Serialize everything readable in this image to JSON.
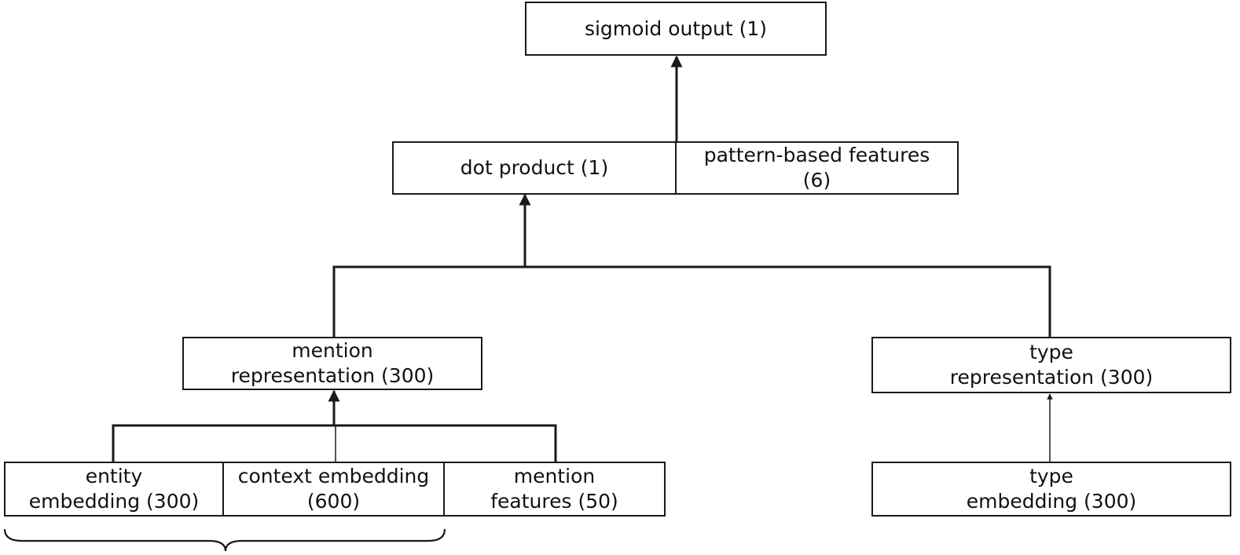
{
  "nodes": {
    "sigmoid_output": {
      "label": "sigmoid output (1)"
    },
    "dot_product": {
      "label": "dot product (1)"
    },
    "pattern_features": {
      "label": "pattern-based features\n(6)"
    },
    "mention_representation": {
      "label": "mention\nrepresentation (300)"
    },
    "type_representation": {
      "label": "type\nrepresentation (300)"
    },
    "entity_embedding": {
      "label": "entity\nembedding  (300)"
    },
    "context_embedding": {
      "label": "context embedding\n(600)"
    },
    "mention_features": {
      "label": "mention\nfeatures (50)"
    },
    "type_embedding": {
      "label": "type\nembedding  (300)"
    }
  },
  "edges": [
    {
      "from": "dot_product",
      "to": "sigmoid_output"
    },
    {
      "from": "mention_representation",
      "to": "dot_product"
    },
    {
      "from": "type_representation",
      "to": "dot_product"
    },
    {
      "from": "entity_embedding",
      "to": "mention_representation"
    },
    {
      "from": "context_embedding",
      "to": "mention_representation"
    },
    {
      "from": "mention_features",
      "to": "mention_representation"
    },
    {
      "from": "type_embedding",
      "to": "type_representation"
    }
  ],
  "colors": {
    "stroke": "#1a1a1a",
    "text": "#111111",
    "background": "#ffffff"
  }
}
